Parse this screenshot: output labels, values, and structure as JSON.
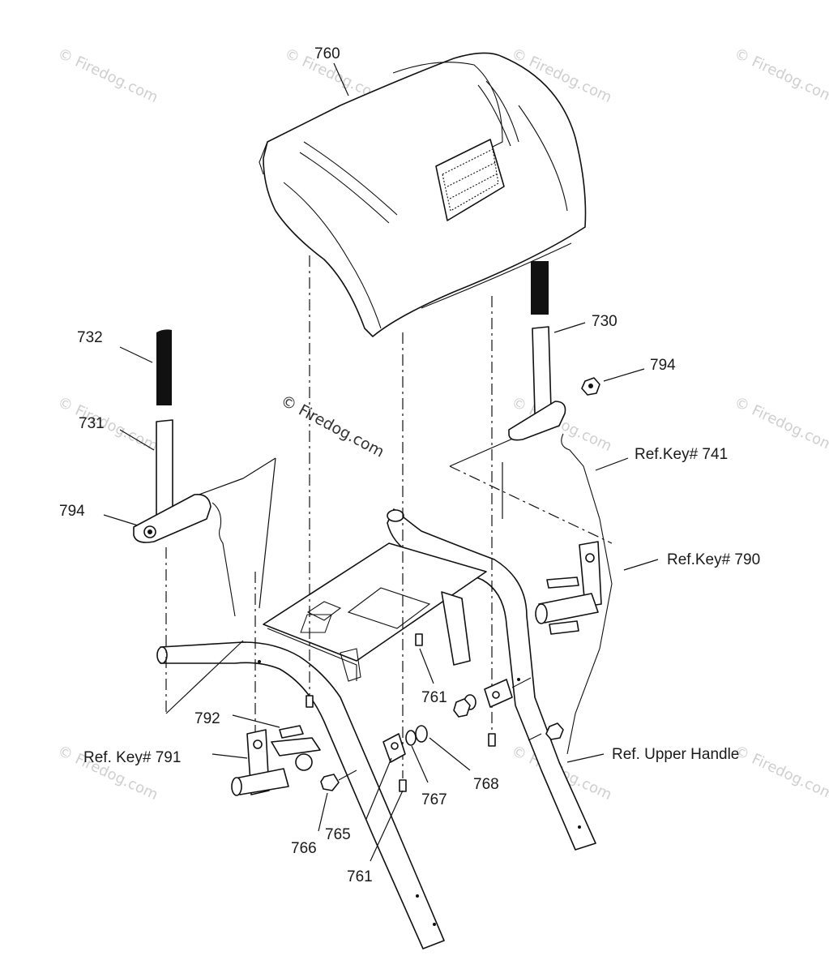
{
  "watermark": {
    "text": "© Firedog.com"
  },
  "callouts": [
    {
      "id": "c760",
      "text": "760"
    },
    {
      "id": "c732",
      "text": "732"
    },
    {
      "id": "c731",
      "text": "731"
    },
    {
      "id": "c794a",
      "text": "794"
    },
    {
      "id": "c730",
      "text": "730"
    },
    {
      "id": "c794b",
      "text": "794"
    },
    {
      "id": "c741",
      "text": "Ref.Key# 741"
    },
    {
      "id": "c790",
      "text": "Ref.Key# 790"
    },
    {
      "id": "c792",
      "text": "792"
    },
    {
      "id": "c791",
      "text": "Ref. Key# 791"
    },
    {
      "id": "c761a",
      "text": "761"
    },
    {
      "id": "c768",
      "text": "768"
    },
    {
      "id": "c767",
      "text": "767"
    },
    {
      "id": "c765",
      "text": "765"
    },
    {
      "id": "c766",
      "text": "766"
    },
    {
      "id": "c761b",
      "text": "761"
    },
    {
      "id": "cupper",
      "text": "Ref. Upper Handle"
    }
  ]
}
